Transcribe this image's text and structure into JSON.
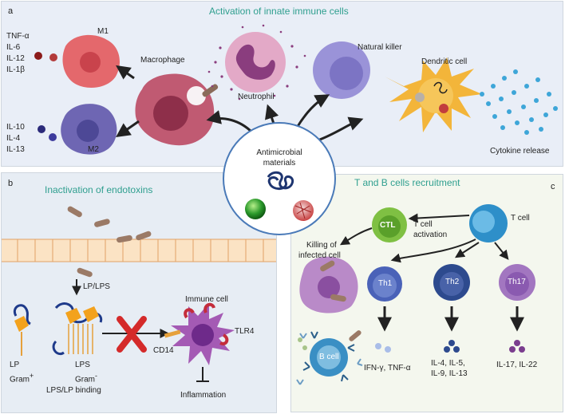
{
  "panel_a": {
    "label": "a",
    "title": "Activation of innate immune cells",
    "m1_cytokines": [
      "TNF-α",
      "IL-6",
      "IL-12",
      "IL-1β"
    ],
    "m1_label": "M1",
    "m2_cytokines": [
      "IL-10",
      "IL-4",
      "IL-13"
    ],
    "m2_label": "M2",
    "macrophage_label": "Macrophage",
    "neutrophil_label": "Neutrophil",
    "nk_label": "Natural killer",
    "dendritic_label": "Dendritic cell",
    "cytokine_release_label": "Cytokine release"
  },
  "center": {
    "label_line1": "Antimicrobial",
    "label_line2": "materials"
  },
  "panel_b": {
    "label": "b",
    "title": "Inactivation of endotoxins",
    "lp_lps_label": "LP/LPS",
    "lp_label": "LP",
    "gram_pos_label": "Gram",
    "gram_pos_sup": "+",
    "lps_label": "LPS",
    "gram_neg_label": "Gram",
    "gram_neg_sup": "-",
    "binding_label": "LPS/LP binding",
    "immune_cell_label": "Immune cell",
    "tlr4_label": "TLR4",
    "cd14_label": "CD14",
    "inflammation_label": "Inflammation"
  },
  "panel_c": {
    "label": "c",
    "title": "T and B cells recruitment",
    "ctl_label": "CTL",
    "tcell_activation_line1": "T cell",
    "tcell_activation_line2": "activation",
    "tcell_label": "T cell",
    "killing_line1": "Killing of",
    "killing_line2": "infected cell",
    "th1_label": "Th1",
    "th2_label": "Th2",
    "th17_label": "Th17",
    "bcell_label": "B cell",
    "th1_cytokines": "IFN-γ, TNF-α",
    "th2_cytokines_line1": "IL-4, IL-5,",
    "th2_cytokines_line2": "IL-9, IL-13",
    "th17_cytokines": "IL-17, IL-22"
  },
  "colors": {
    "panel_title": "#2f9f8f",
    "m1_cell": "#e4686c",
    "m2_cell": "#6e66b3",
    "macrophage": "#c05a72",
    "neutrophil": "#e3a9c7",
    "nk": "#9a93d8",
    "dendritic": "#f3b53a",
    "cytokine_dot": "#3ea6d8",
    "ctl": "#7fc043",
    "tcell": "#2e8fc9",
    "th1": "#4a62b8",
    "th2": "#2d4a8e",
    "th17": "#a276c0",
    "bcell": "#3a8fc4",
    "inhibit_x": "#d42a2a"
  }
}
